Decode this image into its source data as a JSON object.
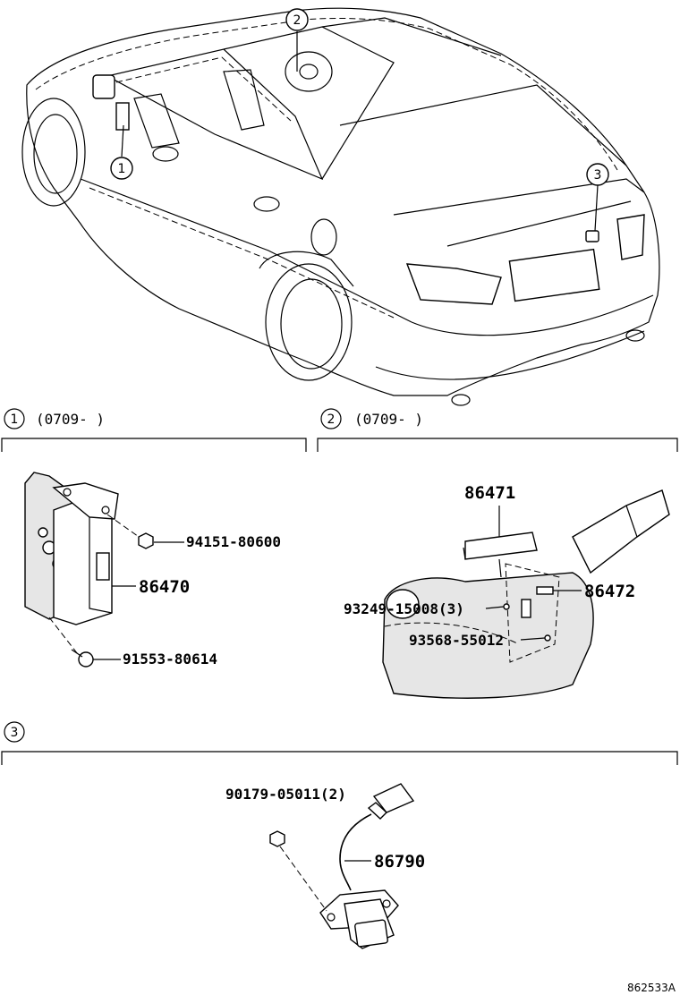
{
  "callouts": {
    "c1": "1",
    "c2": "2",
    "c3": "3"
  },
  "sections": {
    "s1": {
      "num": "1",
      "range": "(0709-      )"
    },
    "s2": {
      "num": "2",
      "range": "(0709-      )"
    },
    "s3": {
      "num": "3"
    }
  },
  "parts": {
    "p94151": "94151-80600",
    "p86470": "86470",
    "p91553": "91553-80614",
    "p86471": "86471",
    "p86472": "86472",
    "p93249": "93249-15008(3)",
    "p93568": "93568-55012",
    "p90179": "90179-05011(2)",
    "p86790": "86790"
  },
  "ref_code": "862533A"
}
